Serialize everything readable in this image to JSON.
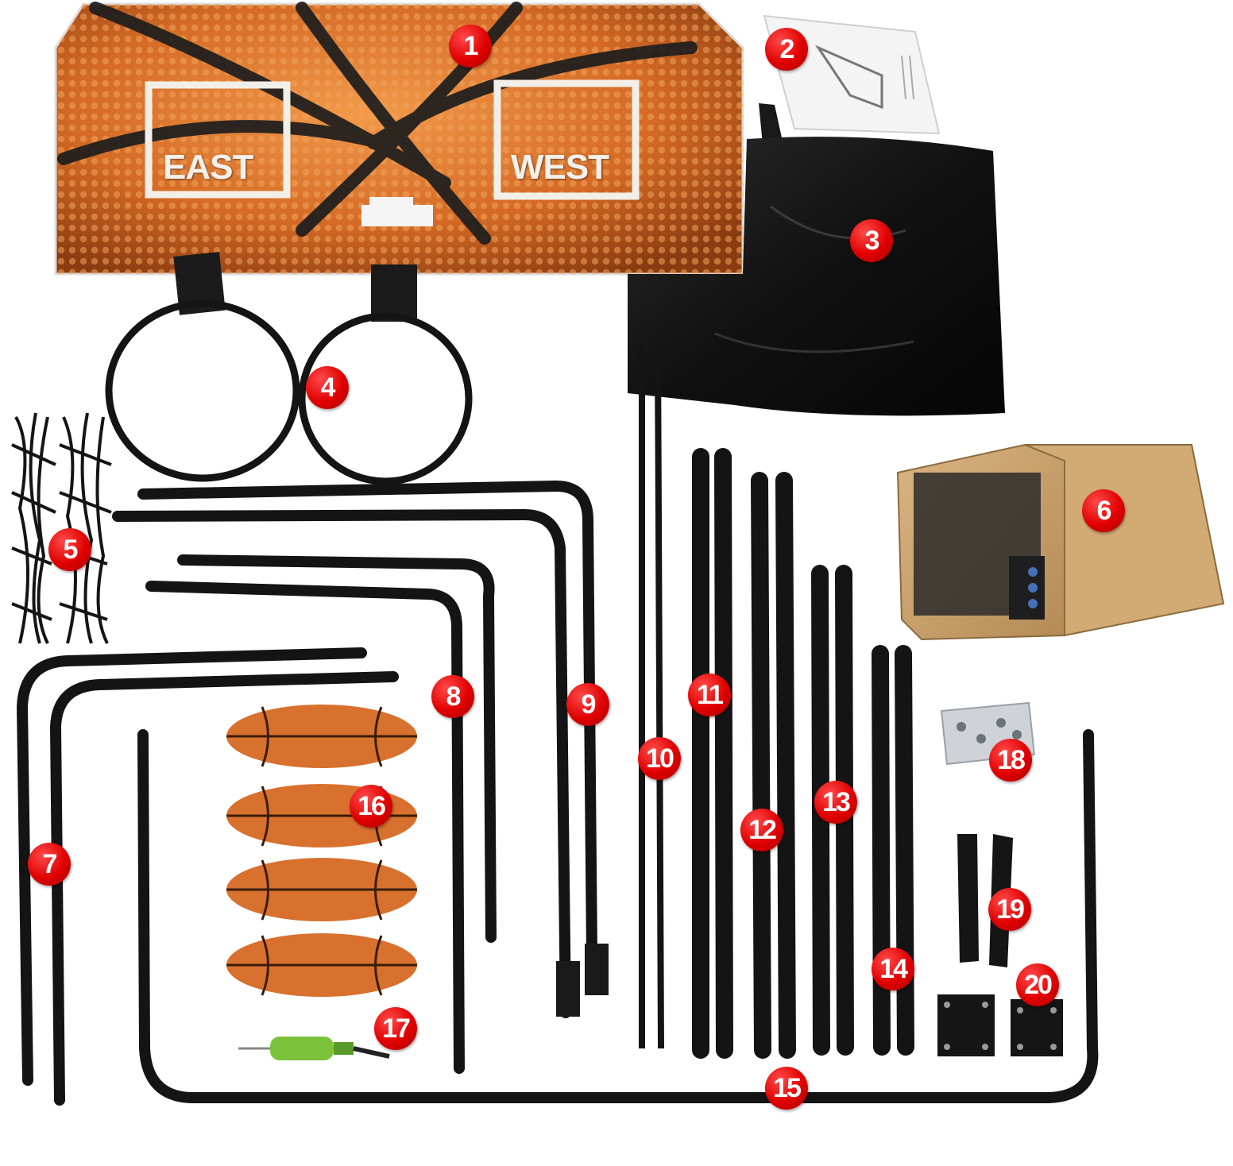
{
  "backboard": {
    "left_label": "EAST",
    "right_label": "WEST"
  },
  "callouts": [
    "1",
    "2",
    "3",
    "4",
    "5",
    "6",
    "7",
    "8",
    "9",
    "10",
    "11",
    "12",
    "13",
    "14",
    "15",
    "16",
    "17",
    "18",
    "19",
    "20"
  ],
  "colors": {
    "callout": "#e00000",
    "tube": "#151515",
    "basketball": "#d9712c",
    "pump": "#7bc23a",
    "box": "#c9a06a"
  }
}
